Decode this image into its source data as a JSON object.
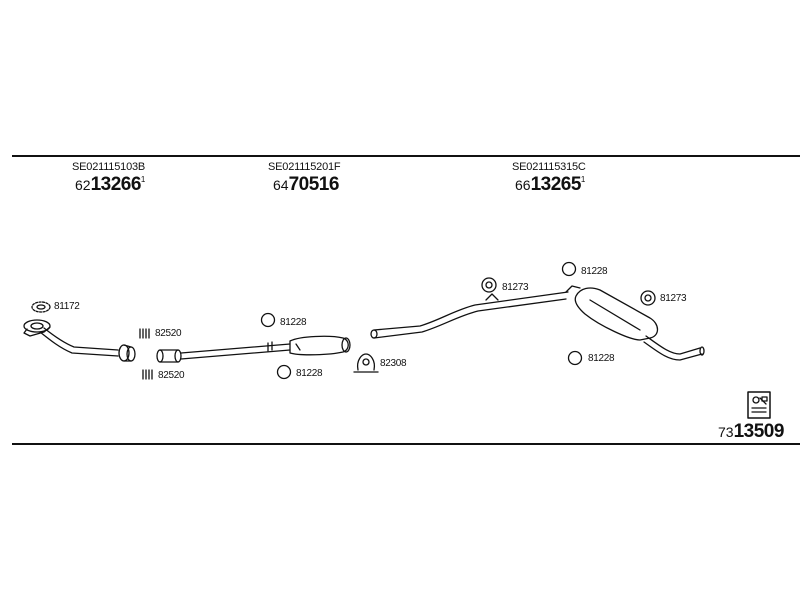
{
  "assemblies": [
    {
      "code": "SE021115103B",
      "prefix": "62",
      "number": "13266",
      "suffix": "1"
    },
    {
      "code": "SE021115201F",
      "prefix": "64",
      "number": "70516",
      "suffix": ""
    },
    {
      "code": "SE021115315C",
      "prefix": "66",
      "number": "13265",
      "suffix": "1"
    }
  ],
  "parts": {
    "flange_seal": "81172",
    "clamp_upper": "82520",
    "clamp_lower": "82520",
    "mid_ring_upper": "81228",
    "mid_ring_lower": "81228",
    "front_bracket": "82308",
    "mounting_rubber_left": "81273",
    "rear_ring_upper": "81228",
    "mounting_rubber_right": "81273",
    "rear_ring_lower": "81228"
  },
  "kit": {
    "prefix": "73",
    "number": "13509",
    "icon": "mounting-kit-icon"
  },
  "colors": {
    "line": "#111111",
    "background": "#ffffff"
  }
}
